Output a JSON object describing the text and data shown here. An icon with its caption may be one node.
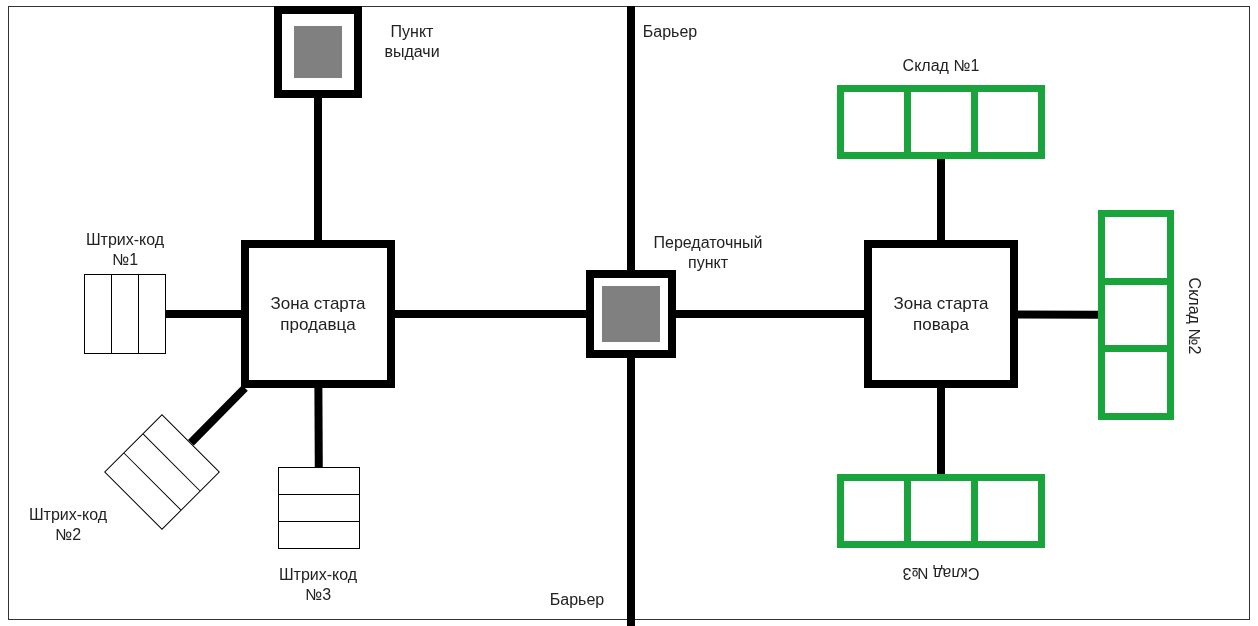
{
  "diagram": {
    "nodes": [
      {
        "text": [],
        "shape": "box",
        "beside": [
          "Пункт выдачи"
        ]
      },
      {
        "text": [],
        "shape": "box",
        "beside": [
          "Штрих-код №1"
        ]
      },
      {
        "text": [
          "Зона старта продавца"
        ]
      },
      {
        "text": [],
        "shape": "box",
        "beside": [
          "Штрих-код №2"
        ]
      },
      {
        "text": [],
        "shape": "box",
        "beside": [
          "Штрих-код №3"
        ]
      },
      {
        "text": [],
        "shape": "box",
        "beside": [
          "Передаточный пункт"
        ]
      },
      {
        "text": [
          "Зона старта повара"
        ]
      },
      {
        "text": [],
        "shape": "box",
        "beside": [
          "Склад №1"
        ]
      },
      {
        "text": [],
        "shape": "box",
        "beside": [
          "Склад №2"
        ]
      },
      {
        "text": [],
        "shape": "box",
        "beside": [
          "Склад №3"
        ]
      }
    ],
    "edges": [
      {
        "from": 0,
        "to": 2,
        "arrow": "none"
      },
      {
        "from": 1,
        "to": 2,
        "arrow": "none"
      },
      {
        "from": 3,
        "to": 2,
        "arrow": "none"
      },
      {
        "from": 4,
        "to": 2,
        "arrow": "none"
      },
      {
        "from": 2,
        "to": 5,
        "arrow": "none"
      },
      {
        "from": 5,
        "to": 6,
        "arrow": "none"
      },
      {
        "from": 7,
        "to": 6,
        "arrow": "none"
      },
      {
        "from": 6,
        "to": 8,
        "arrow": "none"
      },
      {
        "from": 6,
        "to": 9,
        "arrow": "none"
      }
    ],
    "labels": [
      "Барьер",
      "Барьер"
    ]
  }
}
